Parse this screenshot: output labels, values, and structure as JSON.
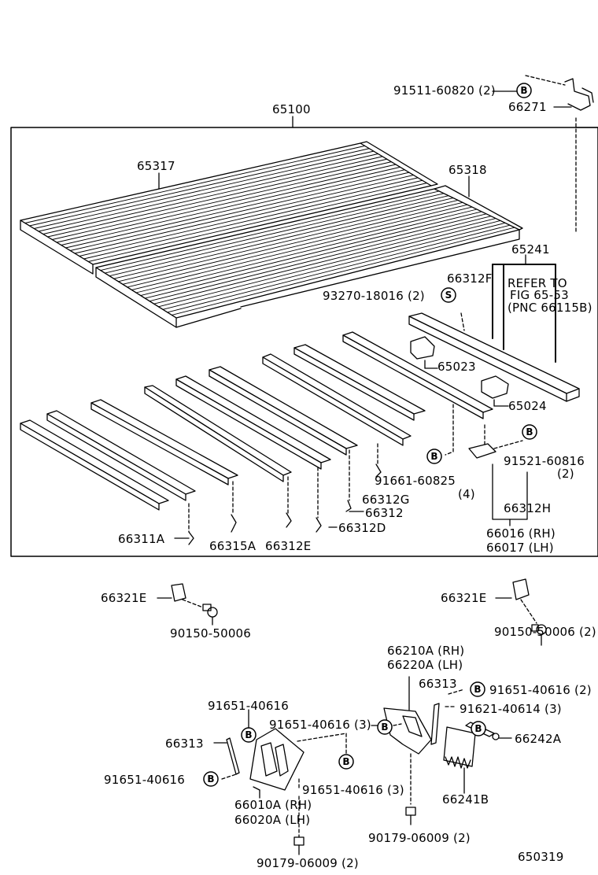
{
  "diagram_number": "650319",
  "refer_note": {
    "line1": "REFER TO",
    "line2": "FIG 65-53",
    "line3": "(PNC 66115B)"
  },
  "badge_letters": {
    "bolt": "B",
    "screw": "S"
  },
  "labels": {
    "p91511": "91511-60820 (2)",
    "p66271": "66271",
    "p65100": "65100",
    "p65317": "65317",
    "p65318": "65318",
    "p65241": "65241",
    "p66312F": "66312F",
    "p93270": "93270-18016 (2)",
    "p65023": "65023",
    "p65024": "65024",
    "p91521": "91521-60816",
    "p91521_qty": "(2)",
    "p91661": "91661-60825",
    "p91661_qty": "(4)",
    "p66312G": "66312G",
    "p66312": "66312",
    "p66312D": "66312D",
    "p66312H": "66312H",
    "p66016": "66016 (RH)",
    "p66017": "66017 (LH)",
    "p66311A": "66311A",
    "p66315A": "66315A",
    "p66312E": "66312E",
    "p66321E_left": "66321E",
    "p66321E_right": "66321E",
    "p90150_left": "90150-50006",
    "p90150_right": "90150-50006 (2)",
    "p66210A": "66210A (RH)",
    "p66220A": "66220A (LH)",
    "p66313_right": "66313",
    "p91651_top_right": "91651-40616 (2)",
    "p91621": "91621-40614 (3)",
    "p66242A": "66242A",
    "p66241B": "66241B",
    "p91651_top_left": "91651-40616",
    "p91651_mid_3": "91651-40616 (3)",
    "p66313_left": "66313",
    "p91651_left": "91651-40616",
    "p91651_low_3": "91651-40616 (3)",
    "p66010A": "66010A (RH)",
    "p66020A": "66020A (LH)",
    "p90179_mid": "90179-06009 (2)",
    "p90179_bottom": "90179-06009 (2)"
  }
}
